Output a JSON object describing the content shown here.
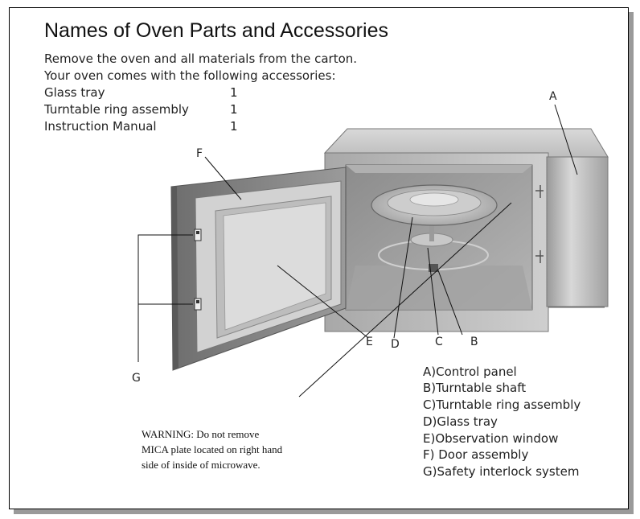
{
  "title": "Names of Oven Parts and Accessories",
  "intro": [
    "Remove the oven and all materials from the carton.",
    "Your oven comes with the following accessories:"
  ],
  "accessories": [
    {
      "name": "Glass tray",
      "qty": "1"
    },
    {
      "name": "Turntable ring assembly",
      "qty": "1"
    },
    {
      "name": "Instruction Manual",
      "qty": "1"
    }
  ],
  "callouts": {
    "A": "A",
    "B": "B",
    "C": "C",
    "D": "D",
    "E": "E",
    "F": "F",
    "G": "G"
  },
  "legend": [
    "A)Control panel",
    "B)Turntable shaft",
    "C)Turntable ring assembly",
    "D)Glass tray",
    "E)Observation window",
    "F) Door assembly",
    "G)Safety interlock system"
  ],
  "warning": [
    "WARNING: Do not remove",
    "MICA plate located on right hand",
    "side of inside of microwave."
  ]
}
